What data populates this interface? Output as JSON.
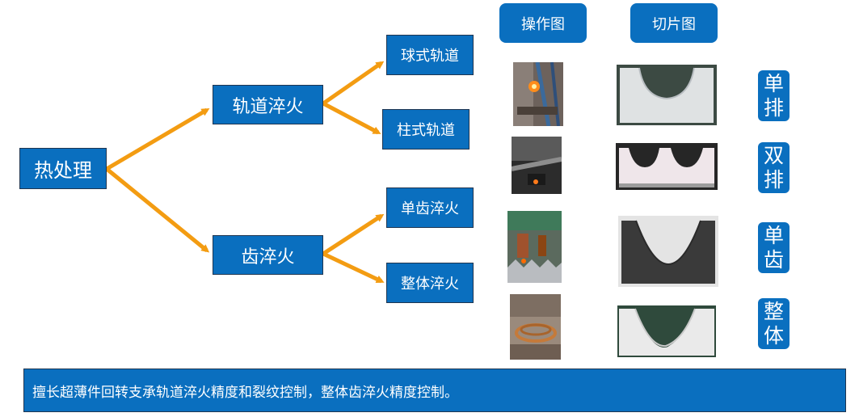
{
  "tree": {
    "root": "热处理",
    "track_quench": "轨道淬火",
    "tooth_quench": "齿淬火",
    "ball_track": "球式轨道",
    "cylinder_track": "柱式轨道",
    "single_tooth": "单齿淬火",
    "whole_quench": "整体淬火"
  },
  "headers": {
    "operation": "操作图",
    "slice": "切片图"
  },
  "row_labels": [
    [
      "单",
      "排"
    ],
    [
      "双",
      "排"
    ],
    [
      "单",
      "齿"
    ],
    [
      "整",
      "体"
    ]
  ],
  "footer": {
    "text": "擅长超薄件回转支承轨道淬火精度和裂纹控制，整体齿淬火精度控制。"
  },
  "colors": {
    "box": "#0a6fbf",
    "arrow": "#f39c12"
  }
}
